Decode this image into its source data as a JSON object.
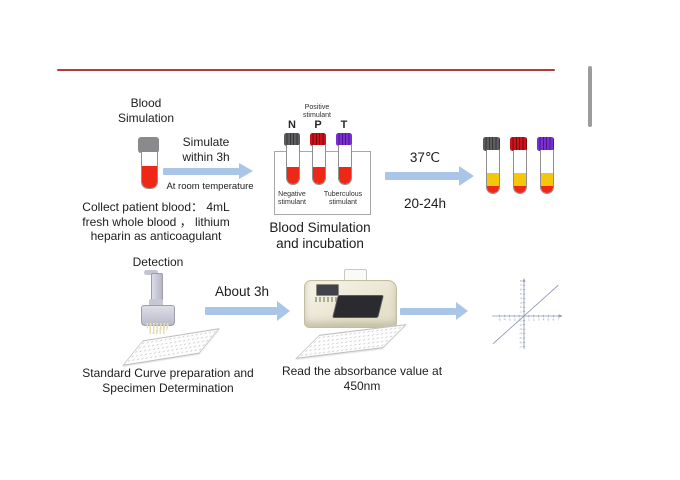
{
  "colors": {
    "divider": "#b23b3f",
    "arrow-blue": "#a9c5e8",
    "tube-red": "#ee2716",
    "tube-yellow": "#f5c70c",
    "cap-gray": "#5d5d5f",
    "cap-red": "#c9141c",
    "cap-purple": "#7b2fd2",
    "cap-plain-gray": "#8a8a8c",
    "machine-beige": "#e6e1cb",
    "bar-gray": "#9c9c9c",
    "axis-blue": "#8d97b5"
  },
  "step1": {
    "title": [
      "Blood",
      "Simulation"
    ],
    "caption": [
      "Collect patient blood：  4mL",
      "fresh whole blood ，  lithium",
      "heparin as anticoagulant"
    ]
  },
  "arrow1": {
    "label": [
      "Simulate",
      "within 3h"
    ],
    "sublabel": "At room temperature"
  },
  "step2": {
    "positive_label": [
      "Positive",
      "stimulant"
    ],
    "tube_letters": [
      "N",
      "P",
      "T"
    ],
    "negative_label": [
      "Negative",
      "stimulant"
    ],
    "tuberculous_label": [
      "Tuberculous",
      "stimulant"
    ],
    "caption": [
      "Blood Simulation",
      "and incubation"
    ]
  },
  "arrow2": {
    "temperature": "37℃",
    "duration": "20-24h"
  },
  "step4": {
    "title": "Detection",
    "caption": [
      "Standard Curve preparation and",
      "Specimen Determination"
    ]
  },
  "arrow3": {
    "label": "About 3h"
  },
  "step5": {
    "caption": [
      "Read the absorbance value at",
      "450nm"
    ]
  },
  "chart_data": {
    "type": "line",
    "title": "",
    "xlabel": "",
    "ylabel": "",
    "xlim": [
      -6.5,
      7.8
    ],
    "ylim": [
      -7.5,
      8.5
    ],
    "x_ticks": [
      -5,
      -4,
      -3,
      -2,
      -1,
      1,
      2,
      3,
      4,
      5,
      6,
      7
    ],
    "y_ticks": [
      -7,
      -6,
      -5,
      -4,
      -3,
      -2,
      -1,
      1,
      2,
      3,
      4,
      5,
      6,
      7,
      8
    ],
    "series": [
      {
        "name": "standard-curve-line",
        "x": [
          -6.3,
          7.0
        ],
        "y": [
          -6.3,
          7.0
        ]
      }
    ],
    "legend": "none",
    "grid": false
  }
}
